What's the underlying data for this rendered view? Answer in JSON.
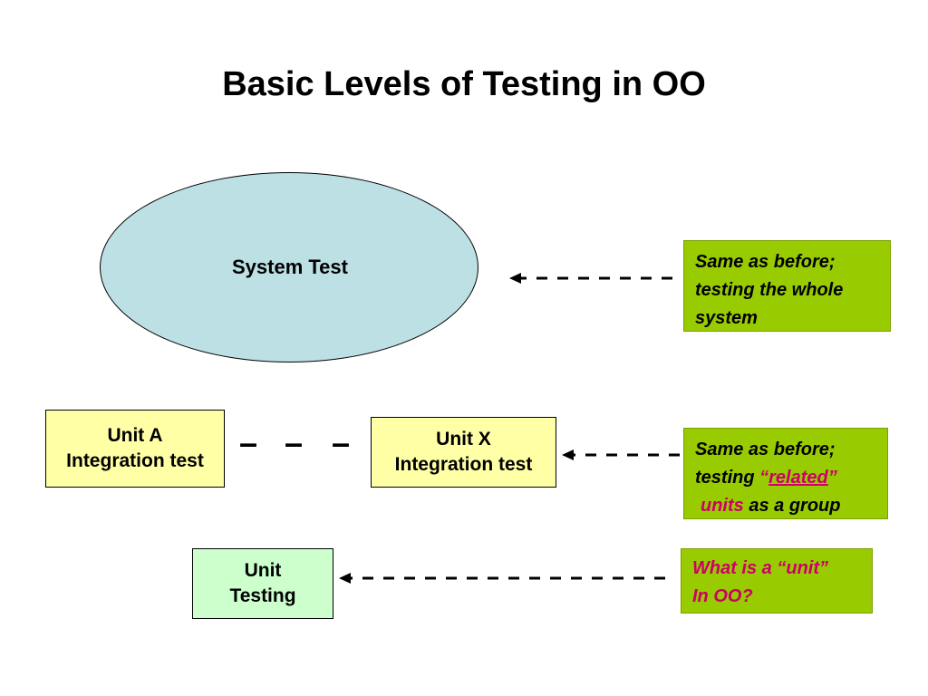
{
  "title": "Basic Levels of Testing in OO",
  "system_test": {
    "label": "System Test"
  },
  "unit_a": {
    "line1": "Unit A",
    "line2": "Integration test"
  },
  "unit_x": {
    "line1": "Unit X",
    "line2": "Integration test"
  },
  "between_units": [
    "–",
    "–",
    "–"
  ],
  "unit_testing": {
    "line1": "Unit",
    "line2": "Testing"
  },
  "notes": {
    "system": {
      "line1": "Same as before;",
      "line2": "testing the whole",
      "line3": "system"
    },
    "integration": {
      "line1": "Same as before;",
      "line2_pre": "testing ",
      "line2_open_quote": "“",
      "line2_related": "related",
      "line2_close_quote": "”",
      "line3_units": "units",
      "line3_post": " as a group"
    },
    "unit": {
      "line1": "What is a “unit”",
      "line2": "In OO?"
    }
  },
  "colors": {
    "ellipse_fill": "#bde0e4",
    "integration_box_fill": "#ffffa6",
    "unit_box_fill": "#ccffcc",
    "note_fill": "#99cc00",
    "emphasis_text": "#cc0066"
  }
}
